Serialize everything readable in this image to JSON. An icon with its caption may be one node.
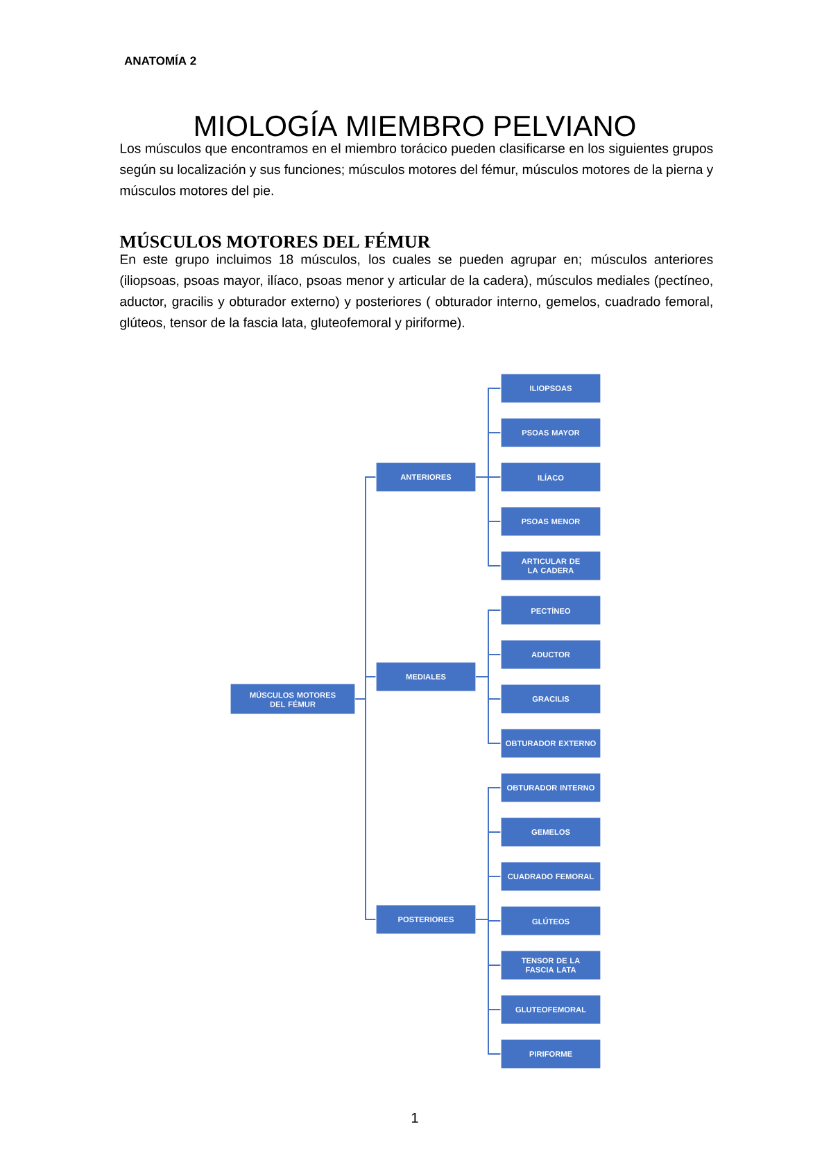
{
  "diagram": {
    "title": "MIOLOGÍA MIEMBRO PELVIANO",
    "nodes": [
      {
        "text": [
          "MÚSCULOS MOTORES DEL FÉMUR"
        ]
      },
      {
        "text": [
          "ANTERIORES"
        ]
      },
      {
        "text": [
          "ILIOPSOAS"
        ]
      },
      {
        "text": [
          "PSOAS MAYOR"
        ]
      },
      {
        "text": [
          "ILÍACO"
        ]
      },
      {
        "text": [
          "PSOAS MENOR"
        ]
      },
      {
        "text": [
          "ARTICULAR DE LA CADERA"
        ]
      },
      {
        "text": [
          "MEDIALES"
        ]
      },
      {
        "text": [
          "PECTÍNEO"
        ]
      },
      {
        "text": [
          "ADUCTOR"
        ]
      },
      {
        "text": [
          "GRACILIS"
        ]
      },
      {
        "text": [
          "OBTURADOR EXTERNO"
        ]
      },
      {
        "text": [
          "POSTERIORES"
        ]
      },
      {
        "text": [
          "OBTURADOR INTERNO"
        ]
      },
      {
        "text": [
          "GEMELOS"
        ]
      },
      {
        "text": [
          "CUADRADO FEMORAL"
        ]
      },
      {
        "text": [
          "GLÚTEOS"
        ]
      },
      {
        "text": [
          "TENSOR DE LA FASCIA LATA"
        ]
      },
      {
        "text": [
          "GLUTEOFEMORAL"
        ]
      },
      {
        "text": [
          "PIRIFORME"
        ]
      }
    ],
    "edges": [
      {
        "from": 0,
        "to": 1,
        "arrow": "none"
      },
      {
        "from": 0,
        "to": 7,
        "arrow": "none"
      },
      {
        "from": 0,
        "to": 12,
        "arrow": "none"
      },
      {
        "from": 1,
        "to": 2,
        "arrow": "none"
      },
      {
        "from": 1,
        "to": 3,
        "arrow": "none"
      },
      {
        "from": 1,
        "to": 4,
        "arrow": "none"
      },
      {
        "from": 1,
        "to": 5,
        "arrow": "none"
      },
      {
        "from": 1,
        "to": 6,
        "arrow": "none"
      },
      {
        "from": 7,
        "to": 8,
        "arrow": "none"
      },
      {
        "from": 7,
        "to": 9,
        "arrow": "none"
      },
      {
        "from": 7,
        "to": 10,
        "arrow": "none"
      },
      {
        "from": 7,
        "to": 11,
        "arrow": "none"
      },
      {
        "from": 12,
        "to": 13,
        "arrow": "none"
      },
      {
        "from": 12,
        "to": 14,
        "arrow": "none"
      },
      {
        "from": 12,
        "to": 15,
        "arrow": "none"
      },
      {
        "from": 12,
        "to": 16,
        "arrow": "none"
      },
      {
        "from": 12,
        "to": 17,
        "arrow": "none"
      },
      {
        "from": 12,
        "to": 18,
        "arrow": "none"
      },
      {
        "from": 12,
        "to": 19,
        "arrow": "none"
      }
    ],
    "labels": [
      "ANATOMÍA 2",
      "Los músculos que encontramos en el miembro torácico pueden clasificarse en los siguientes grupos según su localización y sus funciones; músculos motores del fémur, músculos motores de la pierna y músculos motores del pie.",
      "MÚSCULOS MOTORES DEL FÉMUR",
      "En este grupo incluimos 18 músculos, los cuales se pueden agrupar en; músculos anteriores (iliopsoas, psoas mayor, ilíaco, psoas menor y articular de la cadera), músculos mediales (pectíneo, aductor, gracilis y obturador externo) y posteriores ( obturador interno, gemelos, cuadrado femoral, glúteos, tensor de la fascia lata, gluteofemoral y piriforme).",
      "1"
    ]
  }
}
